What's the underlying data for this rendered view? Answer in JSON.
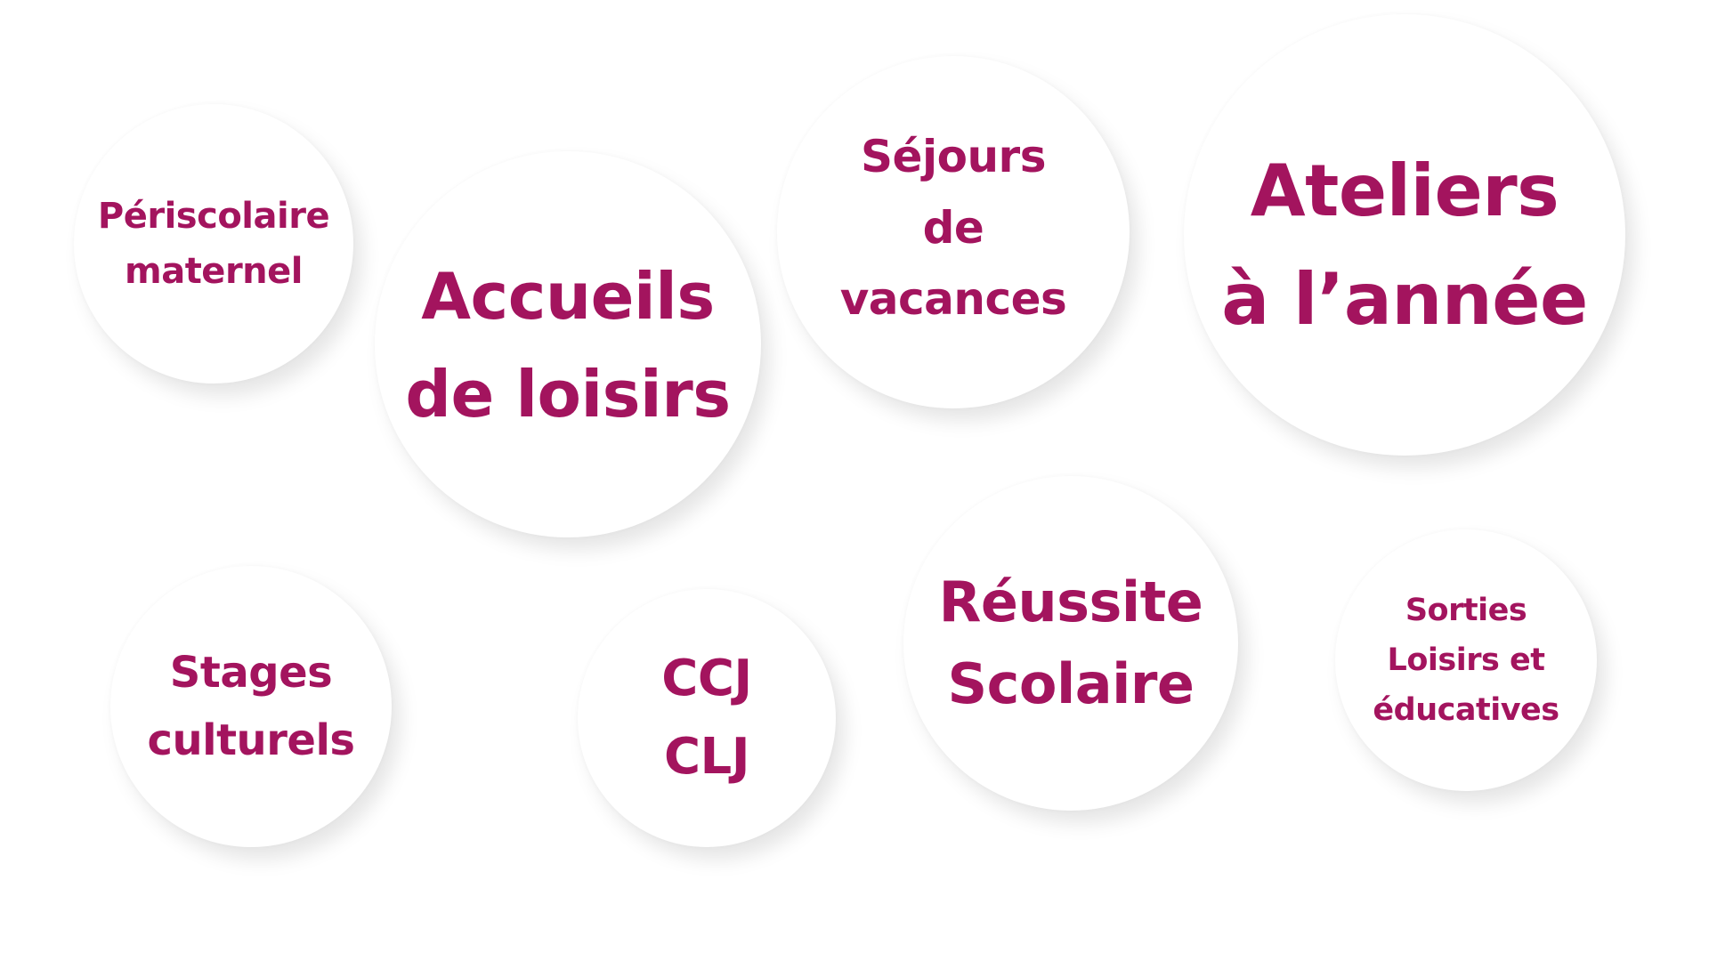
{
  "bubbles": {
    "periscolaire": {
      "lines": [
        "Périscolaire",
        "maternel"
      ]
    },
    "accueils": {
      "lines": [
        "Accueils",
        "de loisirs"
      ]
    },
    "sejours": {
      "lines": [
        "Séjours",
        "de",
        "vacances"
      ]
    },
    "ateliers": {
      "lines": [
        "Ateliers",
        "à l’année"
      ]
    },
    "stages": {
      "lines": [
        "Stages",
        "culturels"
      ]
    },
    "ccj": {
      "lines": [
        "CCJ",
        "CLJ"
      ]
    },
    "reussite": {
      "lines": [
        "Réussite",
        "Scolaire"
      ]
    },
    "sorties": {
      "lines": [
        "Sorties",
        "Loisirs et",
        "éducatives"
      ]
    }
  },
  "colors": {
    "text": "#a3145e",
    "bubble": "#ffffff",
    "background": "#ffffff"
  }
}
